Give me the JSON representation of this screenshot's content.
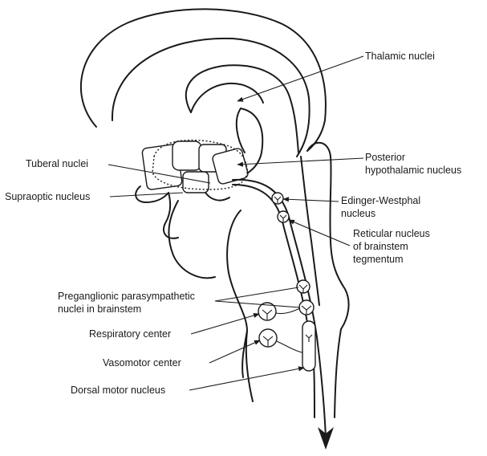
{
  "labels": {
    "thalamic": "Thalamic nuclei",
    "posterior_1": "Posterior",
    "posterior_2": "hypothalamic nucleus",
    "tuberal": "Tuberal nuclei",
    "supraoptic": "Supraoptic nucleus",
    "edinger_1": "Edinger-Westphal",
    "edinger_2": "nucleus",
    "reticular_1": "Reticular nucleus",
    "reticular_2": "of brainstem",
    "reticular_3": "tegmentum",
    "preganglionic_1": "Preganglionic parasympathetic",
    "preganglionic_2": "nuclei in brainstem",
    "respiratory": "Respiratory center",
    "vasomotor": "Vasomotor center",
    "dorsal": "Dorsal motor nucleus"
  }
}
